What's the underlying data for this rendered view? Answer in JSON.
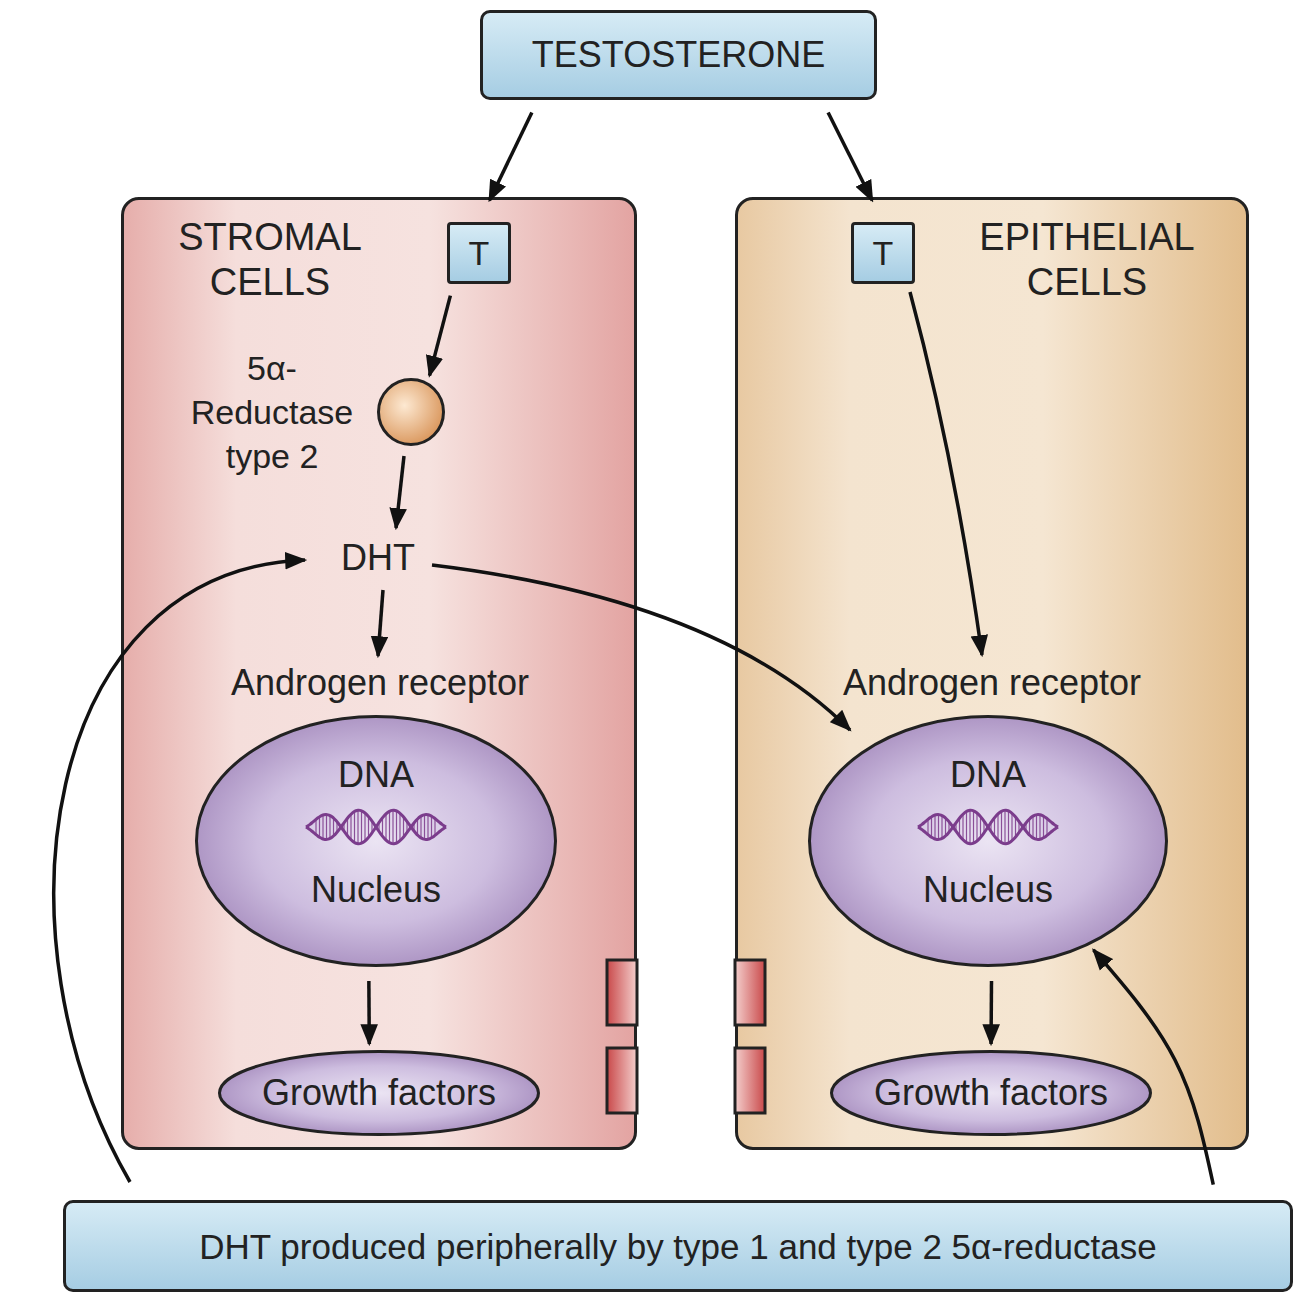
{
  "diagram": {
    "nodes": [
      {
        "text": [
          "TESTOSTERONE"
        ]
      },
      {
        "text": [
          "STROMAL CELLS"
        ]
      },
      {
        "text": [
          "T"
        ],
        "in": 1
      },
      {
        "text": [
          "5α- Reductase type 2"
        ],
        "in": 1
      },
      {
        "text": [
          "DNA",
          "Nucleus"
        ],
        "in": 1
      },
      {
        "text": [
          "Growth factors"
        ],
        "in": 1
      },
      {
        "text": [
          "EPITHELIAL CELLS"
        ]
      },
      {
        "text": [
          "T"
        ],
        "in": 6
      },
      {
        "text": [
          "DNA",
          "Nucleus"
        ],
        "in": 6
      },
      {
        "text": [
          "Growth factors"
        ],
        "in": 6
      },
      {
        "text": [
          "DHT produced peripherally by type 1 and type 2 5α-reductase"
        ]
      }
    ],
    "edges": [
      {
        "from": 0,
        "to": 2,
        "arrow": "to"
      },
      {
        "from": 0,
        "to": 7,
        "arrow": "to"
      },
      {
        "from": 2,
        "to": 3,
        "arrow": "to"
      },
      {
        "from": 4,
        "to": 5,
        "arrow": "to"
      },
      {
        "from": 8,
        "to": 9,
        "arrow": "to"
      },
      {
        "from": 10,
        "to": 8,
        "arrow": "to"
      }
    ],
    "labels": [
      "DHT",
      "Androgen receptor",
      "Androgen receptor"
    ]
  }
}
